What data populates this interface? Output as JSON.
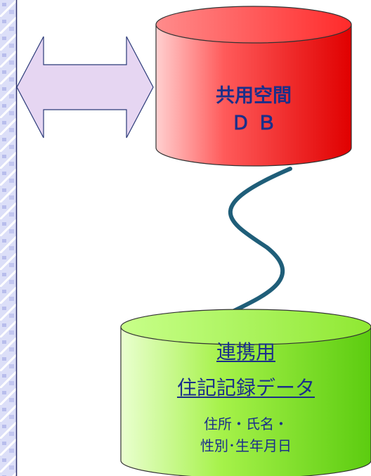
{
  "shared_space_db": {
    "line1": "共用空間",
    "line2": "ＤＢ",
    "fill_color": "#ff1a1a"
  },
  "linked_records_db": {
    "title_line1": "連携用",
    "title_line2": "住記記録データ",
    "detail_line1": "住所・氏名・",
    "detail_line2": "性別･生年月日",
    "fill_color": "#88ee22"
  },
  "colors": {
    "label_text": "#1b2f8a",
    "connector": "#1f5e79",
    "arrow_fill": "#e6d6f2",
    "panel_blue": "#c9cdf2"
  }
}
